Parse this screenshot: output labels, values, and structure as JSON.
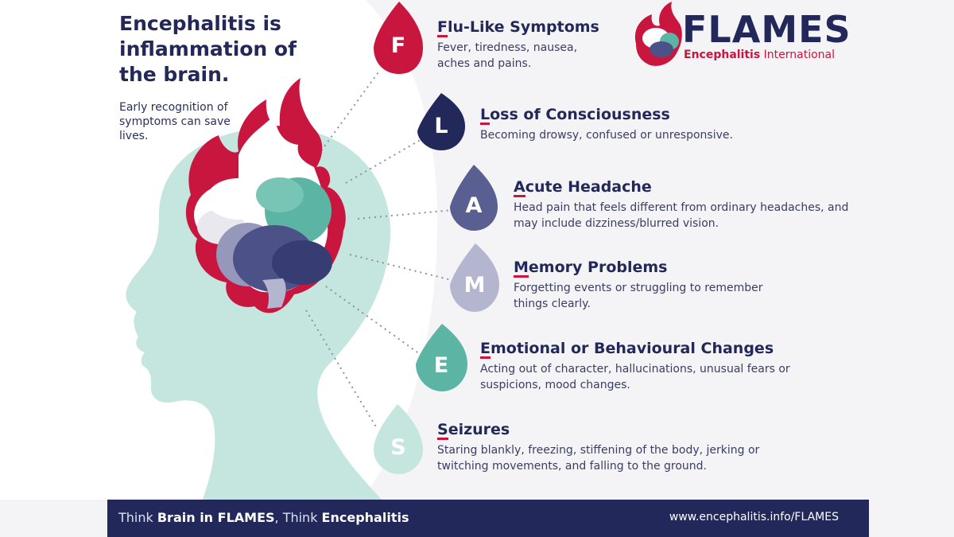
{
  "headline": "Encephalitis is inflammation of the brain.",
  "subline": "Early recognition of symptoms can save lives.",
  "brand": {
    "name": "FLAMES",
    "sub_bold": "Encephalitis",
    "sub_light": " International",
    "accent_color": "#c8163f",
    "navy_color": "#23285a"
  },
  "items": [
    {
      "letter": "F",
      "title_first": "F",
      "title_rest": "lu-Like Symptoms",
      "desc": "Fever, tiredness, nausea, aches and pains.",
      "color": "#c8163f"
    },
    {
      "letter": "L",
      "title_first": "L",
      "title_rest": "oss of Consciousness",
      "desc": "Becoming drowsy, confused or unresponsive.",
      "color": "#23285a"
    },
    {
      "letter": "A",
      "title_first": "A",
      "title_rest": "cute Headache",
      "desc": "Head pain that feels different from ordinary headaches, and may include dizziness/blurred vision.",
      "color": "#5a5f92"
    },
    {
      "letter": "M",
      "title_first": "M",
      "title_rest": "emory Problems",
      "desc": "Forgetting events or struggling to remember things clearly.",
      "color": "#b4b6cf"
    },
    {
      "letter": "E",
      "title_first": "E",
      "title_rest": "motional or Behavioural Changes",
      "desc": "Acting out of character, hallucinations, unusual fears or suspicions, mood changes.",
      "color": "#5cb5a4"
    },
    {
      "letter": "S",
      "title_first": "S",
      "title_rest": "eizures",
      "desc": "Staring blankly, freezing, stiffening of the body, jerking or twitching movements, and falling to the ground.",
      "color": "#c5e6df"
    }
  ],
  "footer": {
    "think1": "Think ",
    "bold1": "Brain in FLAMES",
    "think2": ", Think ",
    "bold2": "Encephalitis",
    "url": "www.encephalitis.info/FLAMES"
  }
}
